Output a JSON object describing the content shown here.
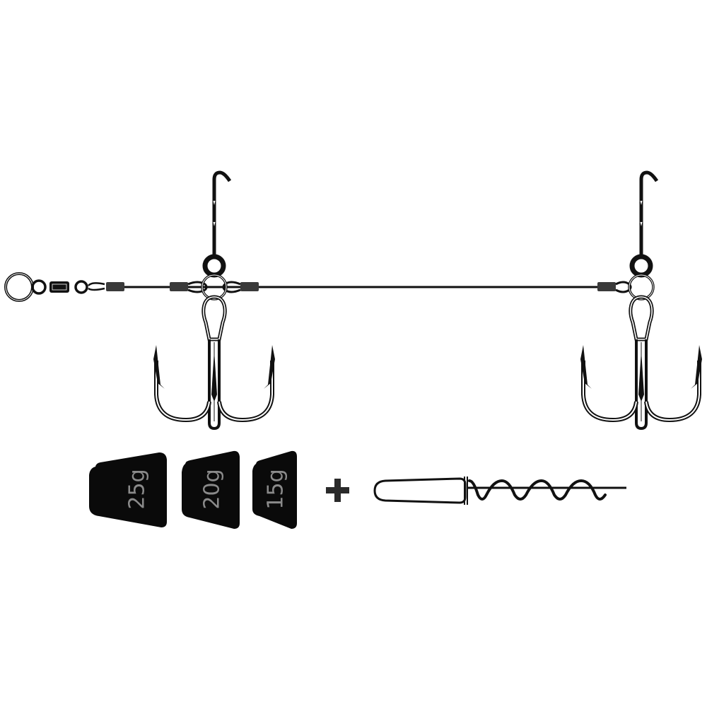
{
  "figure": {
    "type": "product-illustration",
    "subject": "stinger-rig",
    "background": "#ffffff"
  },
  "colors": {
    "ink": "#111111",
    "crimp": "#3a3a3a",
    "weight_fill": "#0a0a0a",
    "weight_text": "#8a8a8a",
    "plus": "#2a2a2a"
  },
  "rig": {
    "components": [
      "split-ring",
      "swivel",
      "wire-leader",
      "crimp-sleeves",
      "bait-hooks",
      "treble-hooks"
    ],
    "hook_count": 2
  },
  "weights": [
    {
      "label": "25g"
    },
    {
      "label": "20g"
    },
    {
      "label": "15g"
    }
  ],
  "accessory": {
    "separator": "+",
    "item": "corkscrew-bait-screw"
  }
}
